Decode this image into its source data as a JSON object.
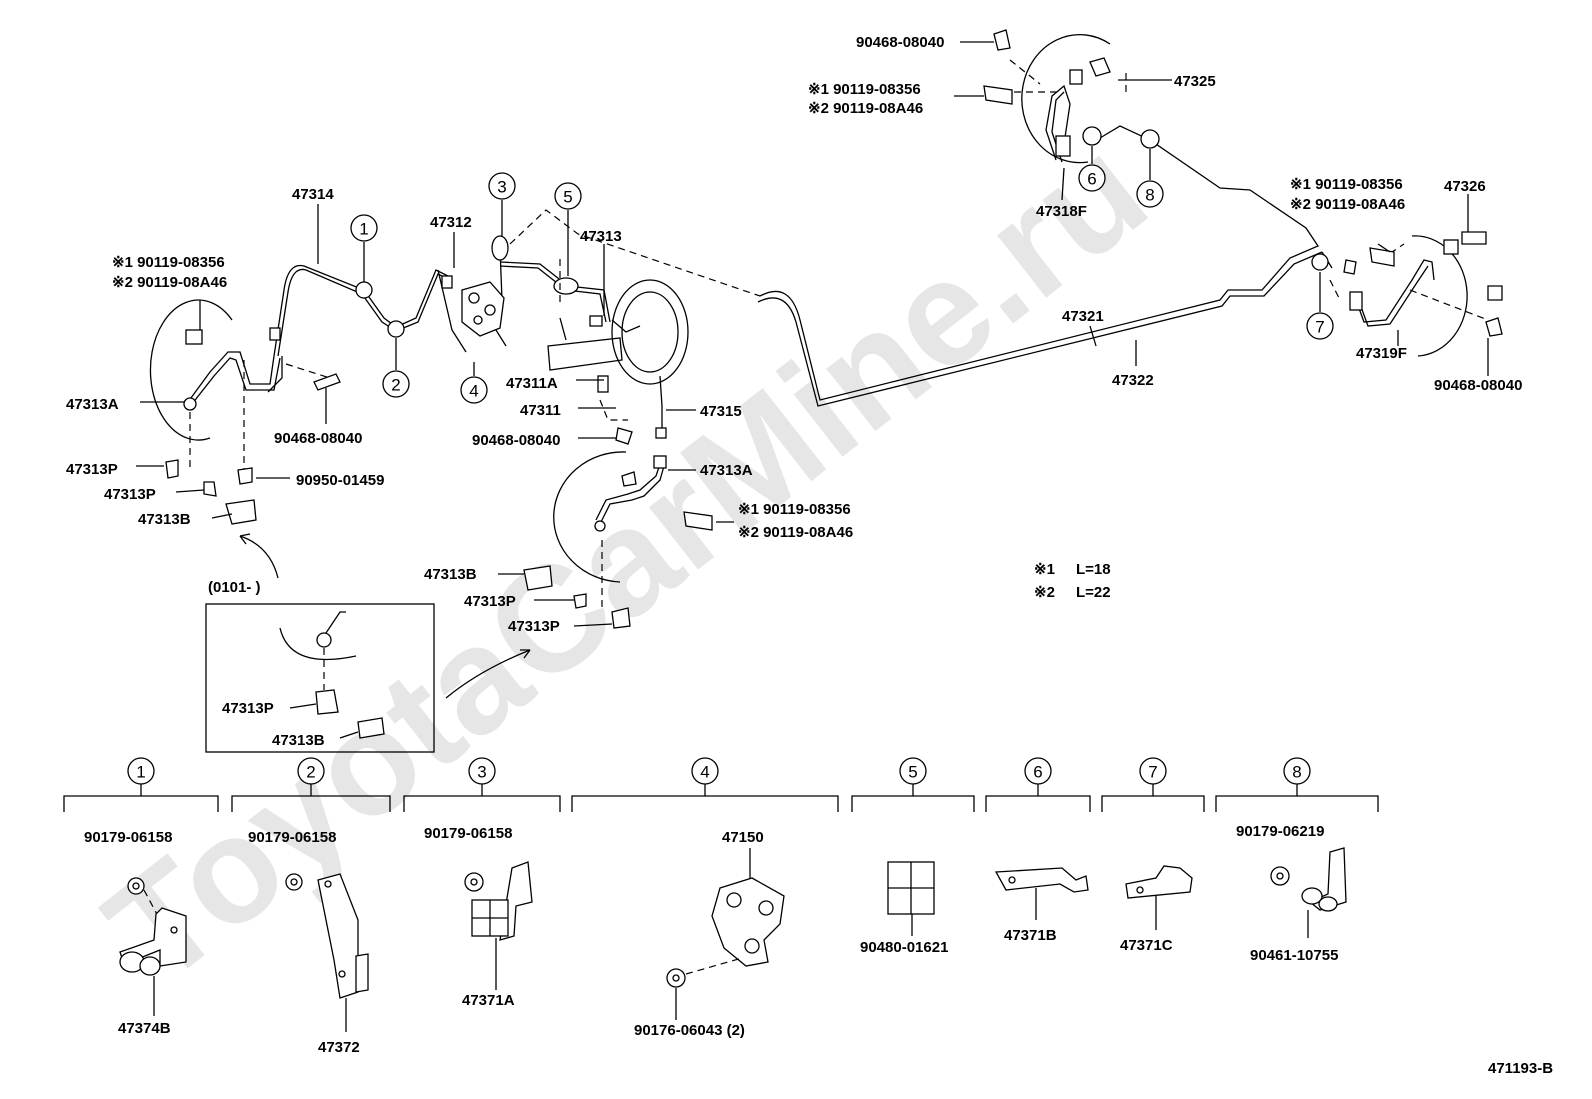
{
  "watermark": "ToyotaCarMine.ru",
  "figure_code": "471193-B",
  "notes": [
    {
      "mark": "※1",
      "text": "L=18"
    },
    {
      "mark": "※2",
      "text": "L=22"
    }
  ],
  "callout_numbers": [
    "1",
    "2",
    "3",
    "4",
    "5",
    "6",
    "7",
    "8"
  ],
  "inset_label": "(0101-        )",
  "parts": {
    "p_90468_08040_a": "90468-08040",
    "p_90119_08356_a": "※1 90119-08356",
    "p_90119_08a46_a": "※2 90119-08A46",
    "p_47325": "47325",
    "p_47318f": "47318F",
    "p_47326": "47326",
    "p_90119_08356_b": "※1 90119-08356",
    "p_90119_08a46_b": "※2 90119-08A46",
    "p_47314": "47314",
    "p_47312": "47312",
    "p_47313": "47313",
    "p_90119_08356_c": "※1 90119-08356",
    "p_90119_08a46_c": "※2 90119-08A46",
    "p_47313a_left": "47313A",
    "p_90468_08040_b": "90468-08040",
    "p_47313p_left1": "47313P",
    "p_90950_01459": "90950-01459",
    "p_47313p_left2": "47313P",
    "p_47313b_left": "47313B",
    "p_47311a": "47311A",
    "p_47311": "47311",
    "p_47315": "47315",
    "p_90468_08040_c": "90468-08040",
    "p_47313a_mid": "47313A",
    "p_90119_08356_d": "※1 90119-08356",
    "p_90119_08a46_d": "※2 90119-08A46",
    "p_47321": "47321",
    "p_47322": "47322",
    "p_47319f": "47319F",
    "p_90468_08040_d": "90468-08040",
    "p_47313b_mid": "47313B",
    "p_47313p_mid1": "47313P",
    "p_47313p_mid2": "47313P",
    "p_47313p_inset": "47313P",
    "p_47313b_inset": "47313B"
  },
  "details": [
    {
      "num": "1",
      "top": "90179-06158",
      "bottom": "47374B"
    },
    {
      "num": "2",
      "top": "90179-06158",
      "bottom": "47372"
    },
    {
      "num": "3",
      "top": "90179-06158",
      "bottom": "47371A"
    },
    {
      "num": "4",
      "top": "47150",
      "bottom": "90176-06043 (2)"
    },
    {
      "num": "5",
      "top": "",
      "bottom": "90480-01621"
    },
    {
      "num": "6",
      "top": "",
      "bottom": "47371B"
    },
    {
      "num": "7",
      "top": "",
      "bottom": "47371C"
    },
    {
      "num": "8",
      "top": "90179-06219",
      "bottom": "90461-10755"
    }
  ]
}
